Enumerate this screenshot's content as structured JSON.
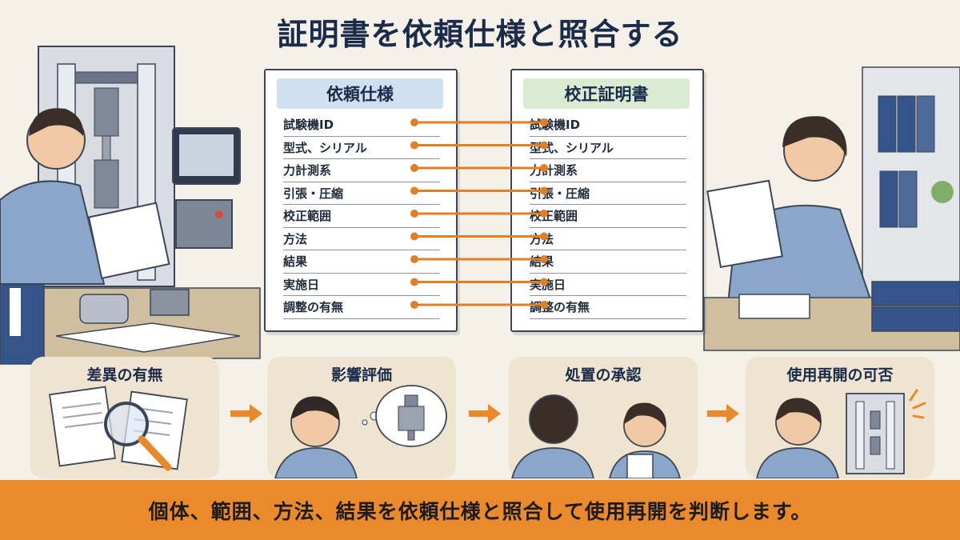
{
  "title": "証明書を依頼仕様と照合する",
  "request_spec": {
    "header": "依頼仕様",
    "items": [
      "試験機ID",
      "型式、シリアル",
      "力計測系",
      "引張・圧縮",
      "校正範囲",
      "方法",
      "結果",
      "実施日",
      "調整の有無"
    ]
  },
  "certificate": {
    "header": "校正証明書",
    "items": [
      "試験機ID",
      "型式、シリアル",
      "力計測系",
      "引張・圧縮",
      "校正範囲",
      "方法",
      "結果",
      "実施日",
      "調整の有無"
    ]
  },
  "steps": [
    {
      "label": "差異の有無"
    },
    {
      "label": "影響評価"
    },
    {
      "label": "処置の承認"
    },
    {
      "label": "使用再開の可否"
    }
  ],
  "banner": {
    "text": "個体、範囲、方法、結果を依頼仕様と照合して使用再開を判断します。"
  },
  "colors": {
    "accent_orange": "#ea8a2a",
    "connector": "#e07f24",
    "request_header": "#cfe0ef",
    "certificate_header": "#d9ecd2"
  }
}
